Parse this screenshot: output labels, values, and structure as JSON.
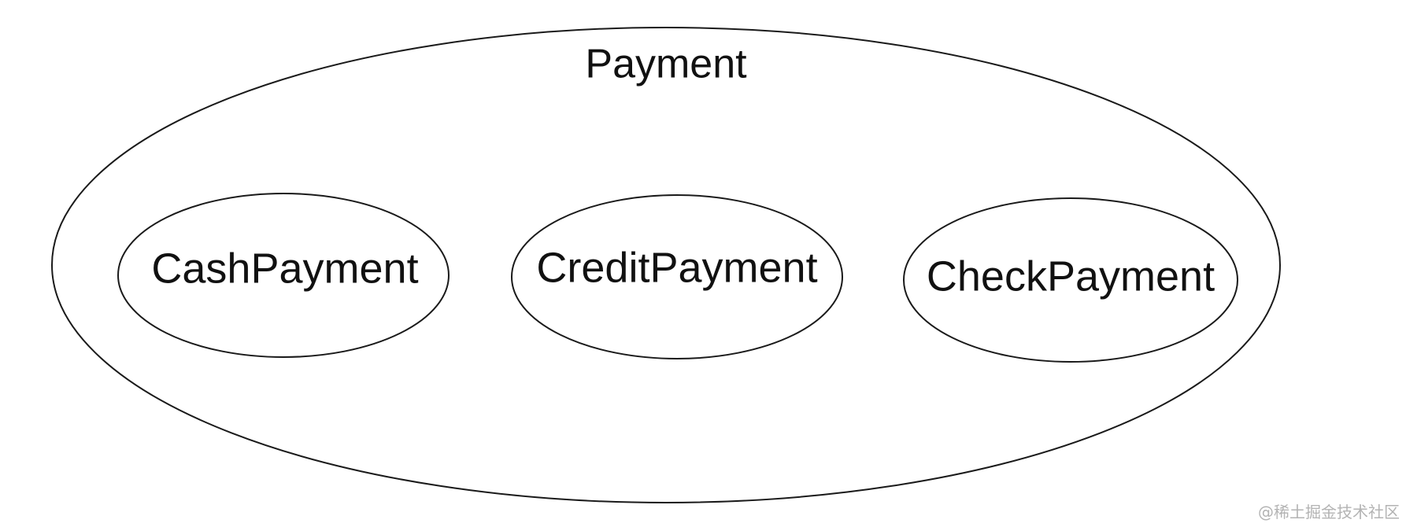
{
  "diagram": {
    "parent": {
      "label": "Payment"
    },
    "children": [
      {
        "label": "CashPayment"
      },
      {
        "label": "CreditPayment"
      },
      {
        "label": "CheckPayment"
      }
    ]
  },
  "watermark": "@稀土掘金技术社区",
  "colors": {
    "stroke": "#1a1a1a",
    "text": "#111111",
    "watermark": "#b3b3b3",
    "background": "#ffffff"
  }
}
